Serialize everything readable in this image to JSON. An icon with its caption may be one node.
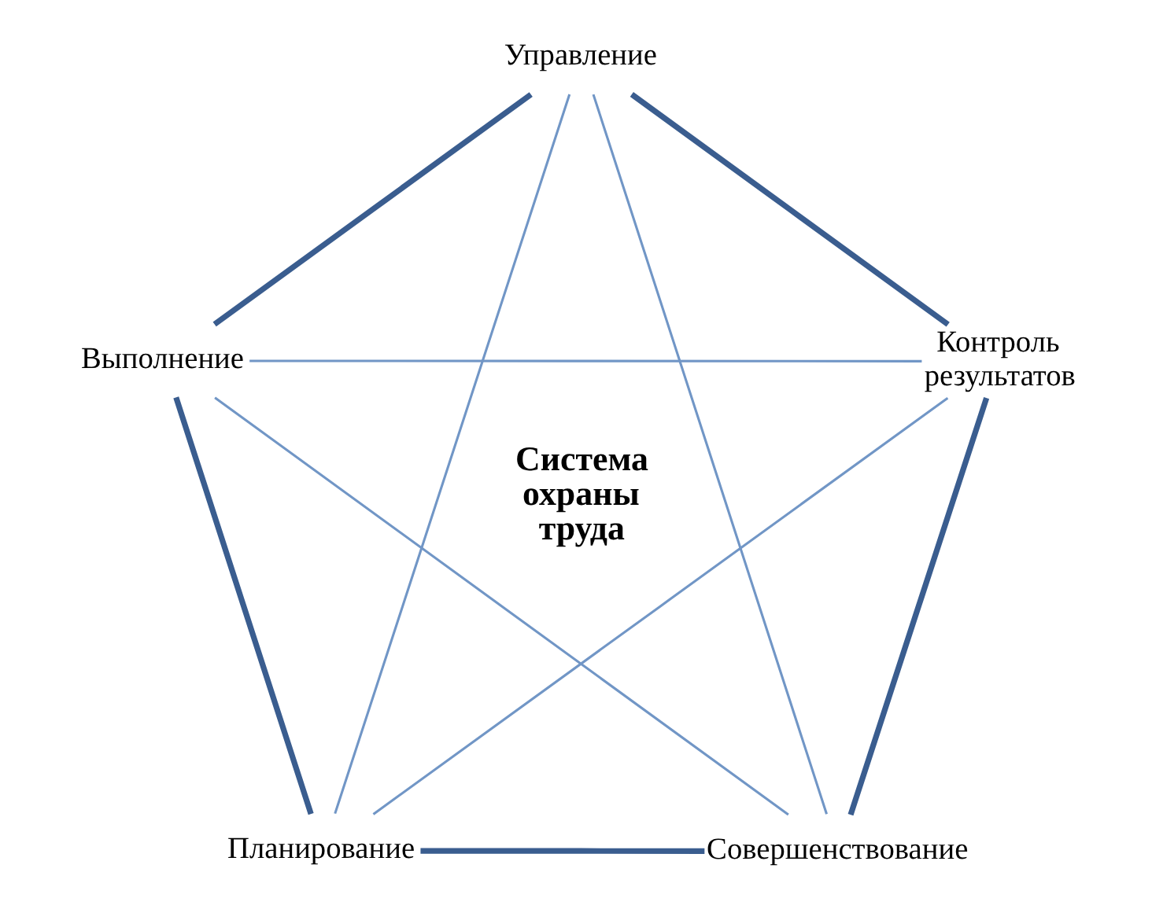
{
  "diagram": {
    "nodes": [
      {
        "text": [
          "Управление"
        ]
      },
      {
        "text": [
          "Выполнение"
        ]
      },
      {
        "text": [
          "Контроль результатов"
        ]
      },
      {
        "text": [
          "Планирование"
        ]
      },
      {
        "text": [
          "Совершенствование"
        ]
      }
    ],
    "edges": [
      {
        "from": 0,
        "to": 2,
        "arrow": "none",
        "style": "thick",
        "color": "#3a5d8f"
      },
      {
        "from": 2,
        "to": 4,
        "arrow": "none",
        "style": "thick",
        "color": "#3a5d8f"
      },
      {
        "from": 4,
        "to": 3,
        "arrow": "none",
        "style": "thick",
        "color": "#3a5d8f"
      },
      {
        "from": 3,
        "to": 1,
        "arrow": "none",
        "style": "thick",
        "color": "#3a5d8f"
      },
      {
        "from": 1,
        "to": 0,
        "arrow": "none",
        "style": "thick",
        "color": "#3a5d8f"
      },
      {
        "from": 0,
        "to": 3,
        "arrow": "none",
        "color": "#7196c6"
      },
      {
        "from": 0,
        "to": 4,
        "arrow": "none",
        "color": "#7196c6"
      },
      {
        "from": 1,
        "to": 2,
        "arrow": "none",
        "color": "#7196c6"
      },
      {
        "from": 1,
        "to": 4,
        "arrow": "none",
        "color": "#7196c6"
      },
      {
        "from": 2,
        "to": 3,
        "arrow": "none",
        "color": "#7196c6"
      }
    ],
    "labels": [
      "Система охраны труда"
    ]
  }
}
